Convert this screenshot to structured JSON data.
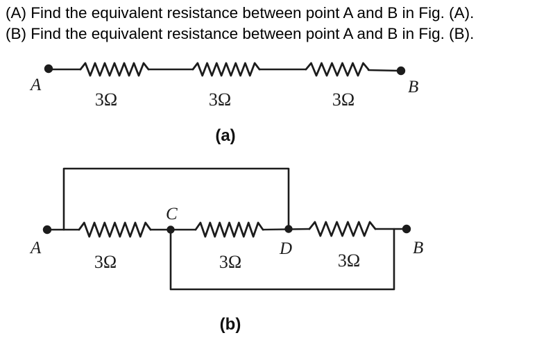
{
  "problem": {
    "line1": "(A) Find the equivalent resistance between point A and B in Fig. (A).",
    "line2": "(B) Find the equivalent resistance between point A and B in Fig. (B)."
  },
  "colors": {
    "ink": "#1c1c1c",
    "background": "#ffffff"
  },
  "fig_a": {
    "caption": "(a)",
    "terminal_left": "A",
    "terminal_right": "B",
    "resistors": [
      {
        "value": "3Ω"
      },
      {
        "value": "3Ω"
      },
      {
        "value": "3Ω"
      }
    ]
  },
  "fig_b": {
    "caption": "(b)",
    "node_a": "A",
    "node_b": "B",
    "node_c": "C",
    "node_d": "D",
    "resistors": [
      {
        "value": "3Ω"
      },
      {
        "value": "3Ω"
      },
      {
        "value": "3Ω"
      }
    ]
  }
}
